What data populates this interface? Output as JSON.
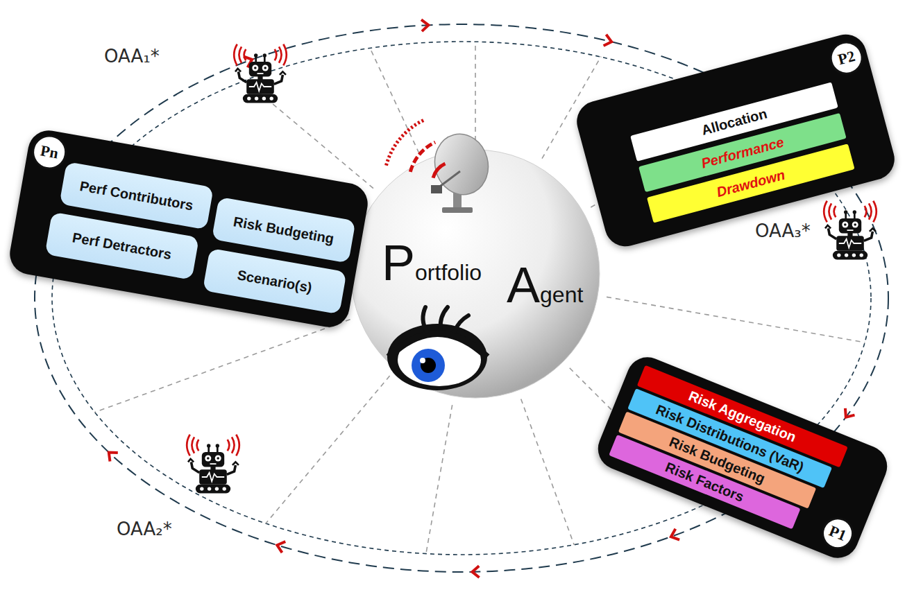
{
  "diagram": {
    "nodes": [
      {
        "text": [
          "Pn"
        ]
      },
      {
        "text": [
          "Perf Contributors"
        ],
        "in": 0
      },
      {
        "text": [
          "Risk Budgeting"
        ],
        "in": 0
      },
      {
        "text": [
          "Perf Detractors"
        ],
        "in": 0
      },
      {
        "text": [
          "Scenario(s)"
        ],
        "in": 0
      },
      {
        "text": [
          "Portfolio",
          "Agent"
        ]
      },
      {
        "text": [
          "P2"
        ]
      },
      {
        "text": [
          "Allocation"
        ],
        "in": 6
      },
      {
        "text": [
          "Performance"
        ],
        "in": 6
      },
      {
        "text": [
          "Drawdown"
        ],
        "in": 6
      },
      {
        "text": [
          "P1"
        ]
      },
      {
        "text": [
          "Risk Aggregation"
        ],
        "in": 10
      },
      {
        "text": [
          "Risk Distributions (VaR)"
        ],
        "in": 10
      },
      {
        "text": [
          "Risk Budgeting"
        ],
        "in": 10
      },
      {
        "text": [
          "Risk Factors"
        ],
        "in": 10
      }
    ],
    "labels": [
      "OAA₁*",
      "OAA₃*",
      "OAA₂*"
    ]
  }
}
